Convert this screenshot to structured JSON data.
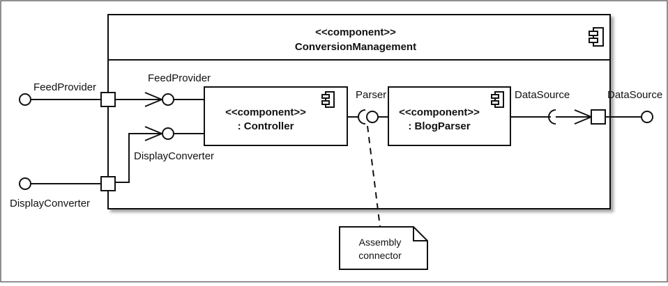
{
  "outer_component": {
    "stereotype": "<<component>>",
    "name": "ConversionManagement"
  },
  "controller": {
    "stereotype": "<<component>>",
    "name": ": Controller"
  },
  "blog_parser": {
    "stereotype": "<<component>>",
    "name": ": BlogParser"
  },
  "labels": {
    "feed_provider_external": "FeedProvider",
    "feed_provider_internal": "FeedProvider",
    "display_converter_internal": "DisplayConverter",
    "display_converter_external": "DisplayConverter",
    "parser": "Parser",
    "data_source_internal": "DataSource",
    "data_source_external": "DataSource"
  },
  "note": {
    "line1": "Assembly",
    "line2": "connector"
  }
}
